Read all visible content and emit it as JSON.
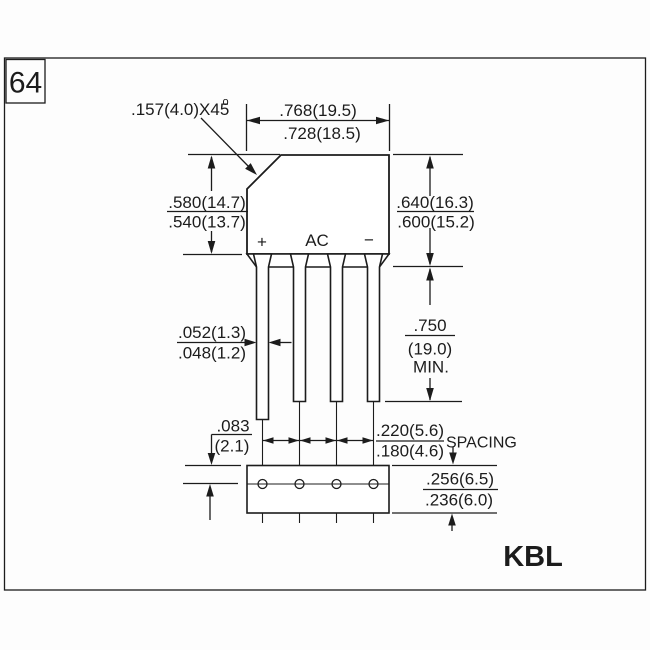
{
  "drawing": {
    "page_number": "64",
    "part_name": "KBL",
    "chamfer": {
      "main": ".157(4.0)X45",
      "sup": "o"
    },
    "width": {
      "max": ".768(19.5)",
      "min": ".728(18.5)"
    },
    "body_height": {
      "max": ".580(14.7)",
      "min": ".540(13.7)"
    },
    "overall_height": {
      "max": ".640(16.3)",
      "min": ".600(15.2)"
    },
    "lead_length": {
      "value": ".750",
      "metric": "(19.0)",
      "qualifier": "MIN."
    },
    "lead_thickness": {
      "max": ".052(1.3)",
      "min": ".048(1.2)"
    },
    "terminals": {
      "positive": "+",
      "ac": "AC",
      "negative": "−"
    },
    "lead_offset": {
      "value": ".083",
      "metric": "(2.1)"
    },
    "lead_spacing": {
      "max": ".220(5.6)",
      "min": ".180(4.6)",
      "label": "SPACING"
    },
    "body_depth": {
      "max": ".256(6.5)",
      "min": ".236(6.0)"
    }
  },
  "colors": {
    "line": "#1c1c1c",
    "background": "#ffffff"
  }
}
